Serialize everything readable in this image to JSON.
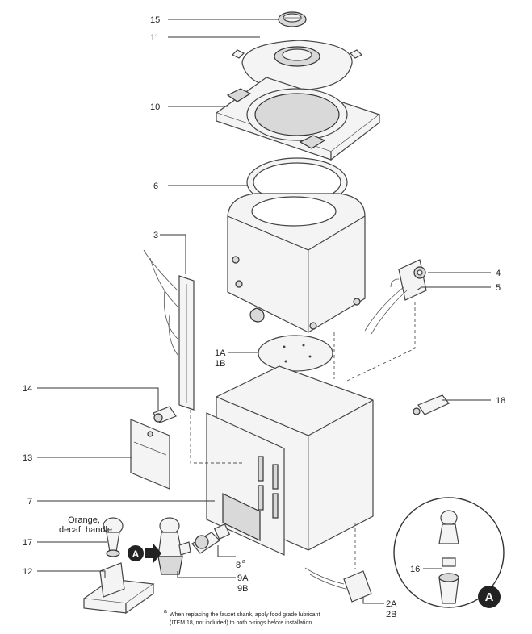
{
  "labels": {
    "p15": "15",
    "p11": "11",
    "p10": "10",
    "p6": "6",
    "p3": "3",
    "p4": "4",
    "p5": "5",
    "p1a": "1A",
    "p1b": "1B",
    "p14": "14",
    "p18": "18",
    "p13": "13",
    "p7": "7",
    "orange_line1": "Orange,",
    "orange_line2": "decaf. handle",
    "p17": "17",
    "p8": "8",
    "p8_sup": "a",
    "p12": "12",
    "p9a": "9A",
    "p9b": "9B",
    "p16": "16",
    "p2a": "2A",
    "p2b": "2B",
    "detail_letter": "A",
    "callout_letter": "A"
  },
  "footnote": {
    "marker": "a",
    "line1": "When replacing the faucet shank, apply food grade lubricant",
    "line2": "(ITEM 18, not included) to both o-rings before installation."
  },
  "colors": {
    "line": "#333333",
    "fill": "#f4f4f4",
    "badge": "#222222"
  }
}
